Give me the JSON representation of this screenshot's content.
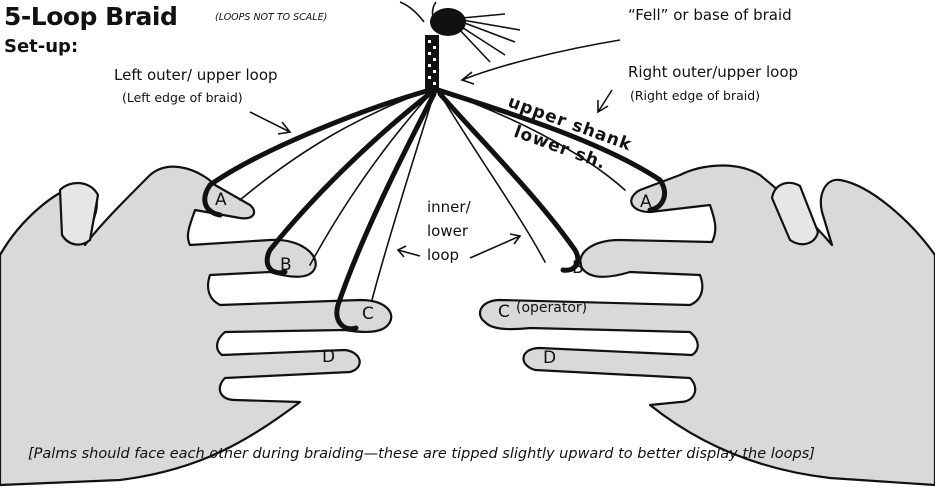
{
  "title": "5-Loop Braid",
  "title_note": "(LOOPS NOT TO SCALE)",
  "setup": "Set-up:",
  "fell_label": "“Fell” or base of braid",
  "left_loop": {
    "label": "Left outer/ upper loop",
    "sub": "(Left edge of braid)"
  },
  "right_loop": {
    "label": "Right outer/upper loop",
    "sub": "(Right edge of braid)"
  },
  "inner_loop": {
    "line1": "inner/",
    "line2": "lower",
    "line3": "loop"
  },
  "upper_shank": "upper shank",
  "lower_shank": "lower sh.",
  "fingers_left": [
    "A",
    "B",
    "C",
    "D"
  ],
  "fingers_right": [
    "A",
    "B",
    "C",
    "(operator)",
    "D"
  ],
  "caption": "[Palms should face each other during braiding—these are tipped slightly upward to better display the loops]"
}
